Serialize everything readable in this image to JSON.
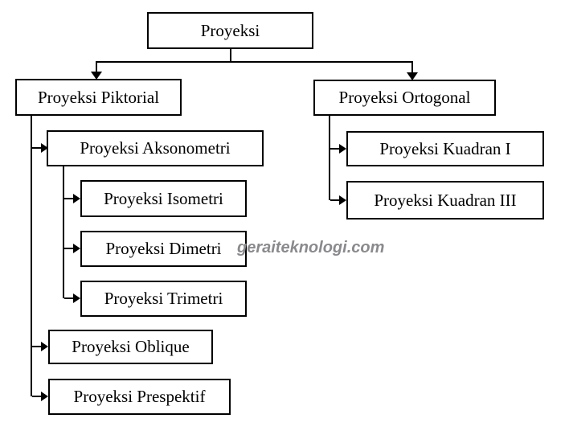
{
  "diagram": {
    "title_node": "Proyeksi",
    "nodes": [
      {
        "id": "proyeksi",
        "label": "Proyeksi"
      },
      {
        "id": "piktorial",
        "label": "Proyeksi Piktorial"
      },
      {
        "id": "ortogonal",
        "label": "Proyeksi Ortogonal"
      },
      {
        "id": "aksonometri",
        "label": "Proyeksi Aksonometri"
      },
      {
        "id": "kuadran-i",
        "label": "Proyeksi Kuadran I"
      },
      {
        "id": "kuadran-iii",
        "label": "Proyeksi Kuadran III"
      },
      {
        "id": "isometri",
        "label": "Proyeksi Isometri"
      },
      {
        "id": "dimetri",
        "label": "Proyeksi Dimetri"
      },
      {
        "id": "trimetri",
        "label": "Proyeksi Trimetri"
      },
      {
        "id": "oblique",
        "label": "Proyeksi Oblique"
      },
      {
        "id": "prespektif",
        "label": "Proyeksi Prespektif"
      }
    ],
    "edges": [
      [
        "proyeksi",
        "piktorial"
      ],
      [
        "proyeksi",
        "ortogonal"
      ],
      [
        "piktorial",
        "aksonometri"
      ],
      [
        "piktorial",
        "oblique"
      ],
      [
        "piktorial",
        "prespektif"
      ],
      [
        "aksonometri",
        "isometri"
      ],
      [
        "aksonometri",
        "dimetri"
      ],
      [
        "aksonometri",
        "trimetri"
      ],
      [
        "ortogonal",
        "kuadran-i"
      ],
      [
        "ortogonal",
        "kuadran-iii"
      ]
    ],
    "colors": {
      "border": "#000000",
      "text": "#000000",
      "background": "#ffffff"
    }
  },
  "watermark": {
    "text": "geraiteknologi.com",
    "color": "#8a8a8e"
  }
}
